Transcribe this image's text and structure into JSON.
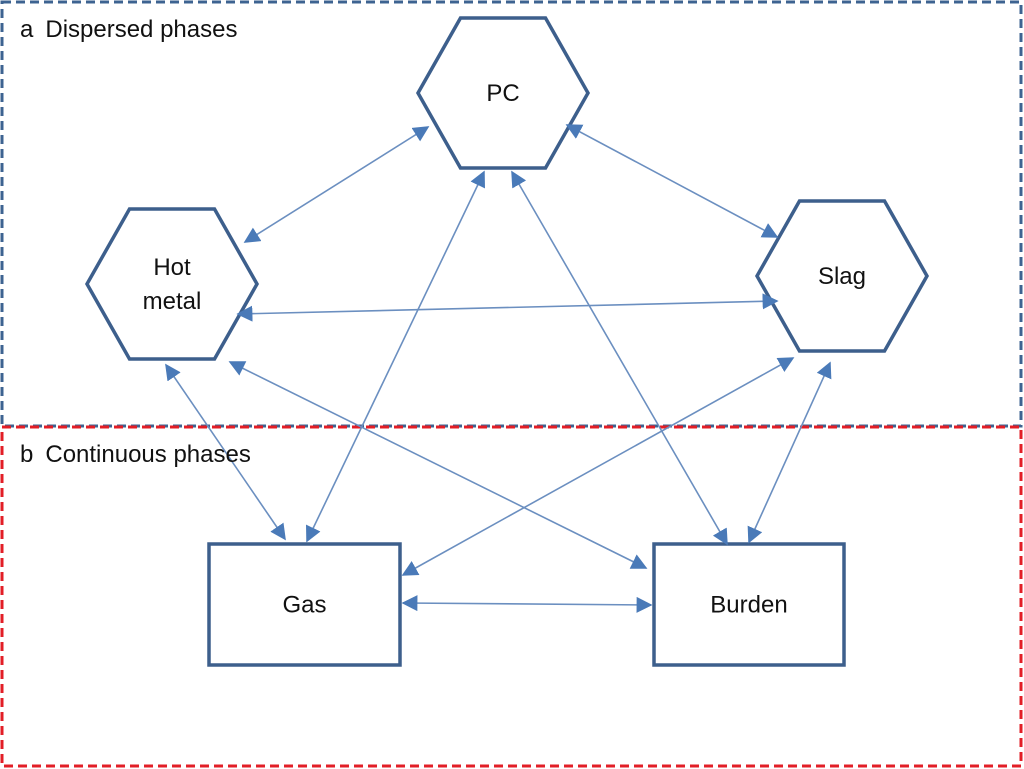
{
  "regions": {
    "dispersed": {
      "letter": "a",
      "title": "Dispersed phases",
      "border_color": "#3d6391"
    },
    "continuous": {
      "letter": "b",
      "title": "Continuous phases",
      "border_color": "#e21e26"
    }
  },
  "colors": {
    "node_stroke": "#3d5f8c",
    "arrow": "#6b8fc0",
    "arrow_head": "#4a7ab8"
  },
  "nodes": {
    "pc": {
      "label_lines": [
        "PC"
      ],
      "shape": "hexagon",
      "phase": "dispersed"
    },
    "hot_metal": {
      "label_lines": [
        "Hot",
        "metal"
      ],
      "shape": "hexagon",
      "phase": "dispersed"
    },
    "slag": {
      "label_lines": [
        "Slag"
      ],
      "shape": "hexagon",
      "phase": "dispersed"
    },
    "gas": {
      "label_lines": [
        "Gas"
      ],
      "shape": "rectangle",
      "phase": "continuous"
    },
    "burden": {
      "label_lines": [
        "Burden"
      ],
      "shape": "rectangle",
      "phase": "continuous"
    }
  },
  "edges": [
    {
      "from": "pc",
      "to": "hot_metal",
      "direction": "both"
    },
    {
      "from": "pc",
      "to": "slag",
      "direction": "both"
    },
    {
      "from": "pc",
      "to": "gas",
      "direction": "both"
    },
    {
      "from": "pc",
      "to": "burden",
      "direction": "both"
    },
    {
      "from": "hot_metal",
      "to": "slag",
      "direction": "both"
    },
    {
      "from": "hot_metal",
      "to": "gas",
      "direction": "both"
    },
    {
      "from": "hot_metal",
      "to": "burden",
      "direction": "both"
    },
    {
      "from": "slag",
      "to": "gas",
      "direction": "both"
    },
    {
      "from": "slag",
      "to": "burden",
      "direction": "both"
    },
    {
      "from": "gas",
      "to": "burden",
      "direction": "both"
    }
  ]
}
